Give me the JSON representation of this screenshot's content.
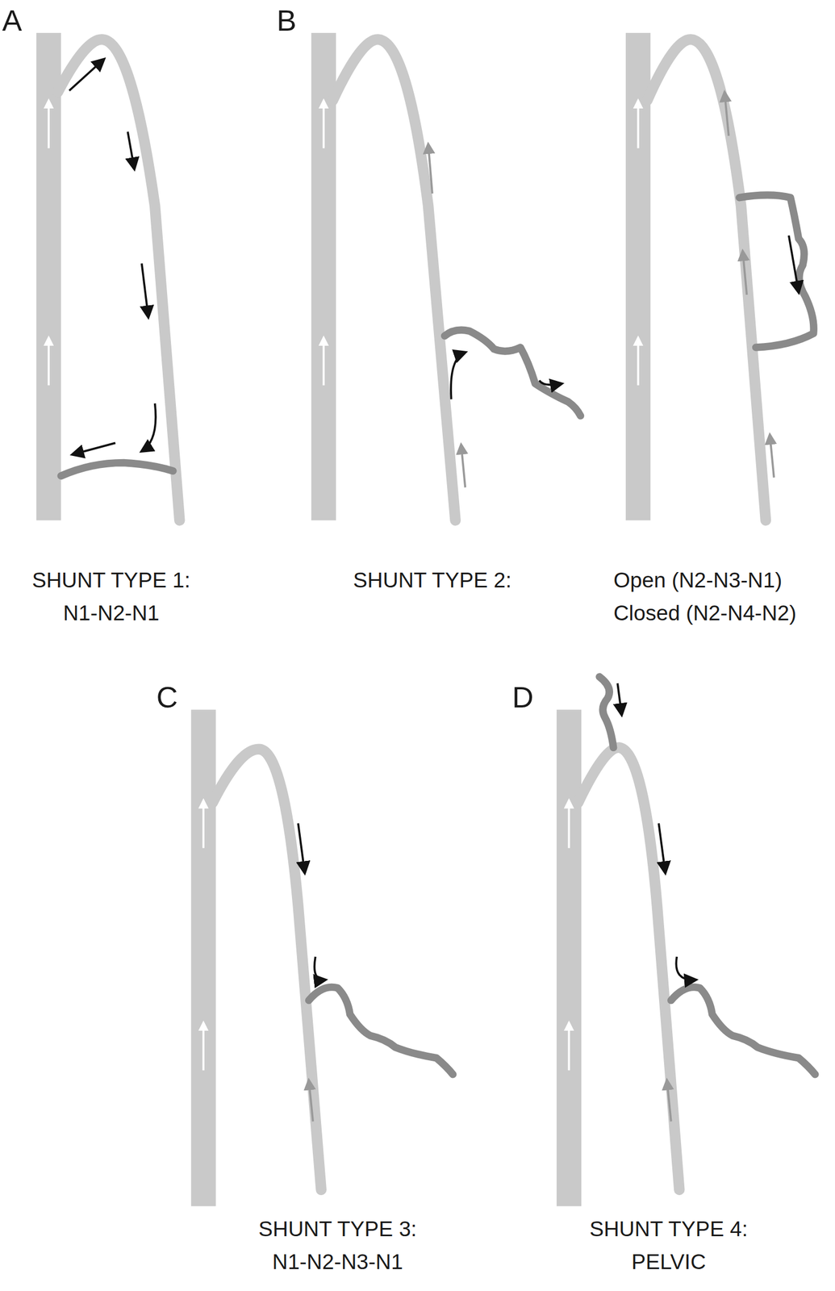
{
  "diagram": {
    "labels": [
      "A",
      "SHUNT TYPE 1:",
      "N1-N2-N1",
      "B",
      "SHUNT TYPE 2:",
      "Open (N2-N3-N1)",
      "Closed (N2-N4-N2)",
      "C",
      "SHUNT TYPE 3:",
      "N1-N2-N3-N1",
      "D",
      "SHUNT TYPE 4:",
      "PELVIC"
    ]
  }
}
